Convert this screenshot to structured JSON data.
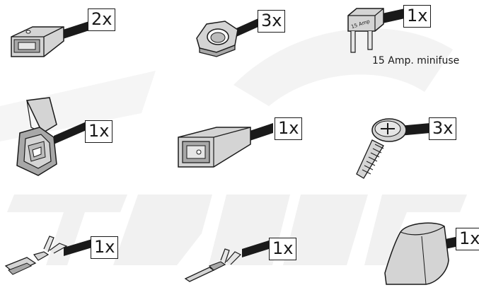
{
  "items": [
    {
      "name": "female-flag-connector",
      "quantity": "2x"
    },
    {
      "name": "hex-nut",
      "quantity": "3x"
    },
    {
      "name": "minifuse",
      "quantity": "1x",
      "fuse_print": "15 Amp",
      "caption": "15 Amp. minifuse"
    },
    {
      "name": "tap-splice-connector",
      "quantity": "1x"
    },
    {
      "name": "connector-housing",
      "quantity": "1x"
    },
    {
      "name": "phillips-screw",
      "quantity": "3x"
    },
    {
      "name": "female-spade-terminal",
      "quantity": "1x"
    },
    {
      "name": "male-crimp-terminal",
      "quantity": "1x"
    },
    {
      "name": "insulating-boot",
      "quantity": "1x"
    }
  ],
  "colors": {
    "outline": "#1a1a1a",
    "part_fill": "#d4d4d4",
    "part_shade": "#a8a8a8",
    "watermark": "#f2f2f2"
  }
}
